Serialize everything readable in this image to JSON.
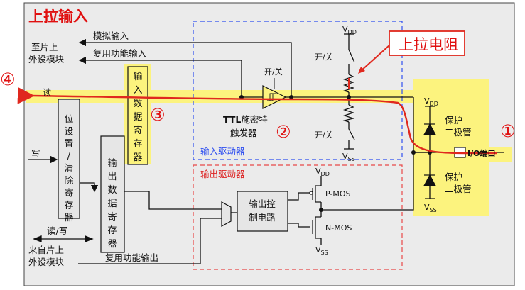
{
  "title": "上拉输入",
  "colors": {
    "title_red": "#e01010",
    "signal_red": "#e0281e",
    "highlight": "#fcf37e",
    "panel": "#ebebeb",
    "input_driver_border": "#2f4ff0",
    "output_driver_border": "#e84848",
    "box_fill": "#e6e6e6"
  },
  "labels": {
    "to_peripheral": [
      "至片上",
      "外设模块"
    ],
    "from_peripheral": [
      "来自片上",
      "外设模块"
    ],
    "analog_input": "模拟输入",
    "alt_func_input": "复用功能输入",
    "alt_func_output": "复用功能输出",
    "read": "读",
    "write": "写",
    "read_write": "读/写",
    "input_data_reg": "输入数据寄存器",
    "bit_set_reset_reg": "位设置/清除寄存器",
    "output_data_reg": "输出数据寄存器",
    "output_control": [
      "输出控",
      "制电路"
    ],
    "on_off": "开/关",
    "ttl_prefix": "TTL",
    "schmitt_rest": "施密特",
    "trigger": "触发器",
    "input_driver": "输入驱动器",
    "output_driver": "输出驱动器",
    "pullup_callout": "上拉电阻",
    "vdd": "V",
    "vdd_sub": "DD",
    "vss": "V",
    "vss_sub": "SS",
    "pmos": "P-MOS",
    "nmos": "N-MOS",
    "protect_diode": [
      "保护",
      "二极管"
    ],
    "io_port": "I/O端口"
  },
  "markers": {
    "m1": "①",
    "m2": "②",
    "m3": "③",
    "m4": "④"
  }
}
